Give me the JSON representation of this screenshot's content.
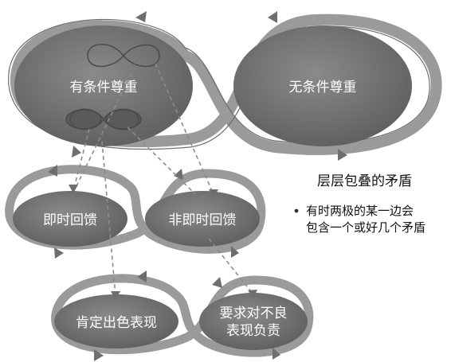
{
  "nodes": {
    "conditional_respect": "有条件尊重",
    "unconditional_respect": "无条件尊重",
    "instant_feedback": "即时回馈",
    "delayed_feedback": "非即时回馈",
    "affirm_excellence": "肯定出色表现",
    "demand_accountability": "要求对不良表现负责"
  },
  "demand_accountability_lines": [
    "要求对不良",
    "表现负责"
  ],
  "side_title": "层层包叠的矛盾",
  "side_note_lines": [
    "有时两极的某一边会",
    "包含一个或好几个矛盾"
  ],
  "colors": {
    "ellipse_fill": "#6b6b6b",
    "ellipse_shade": "#7a7a7a",
    "loop_band": "#9a9a9a",
    "text_on_dark": "#ffffff",
    "text_dark": "#111111"
  }
}
